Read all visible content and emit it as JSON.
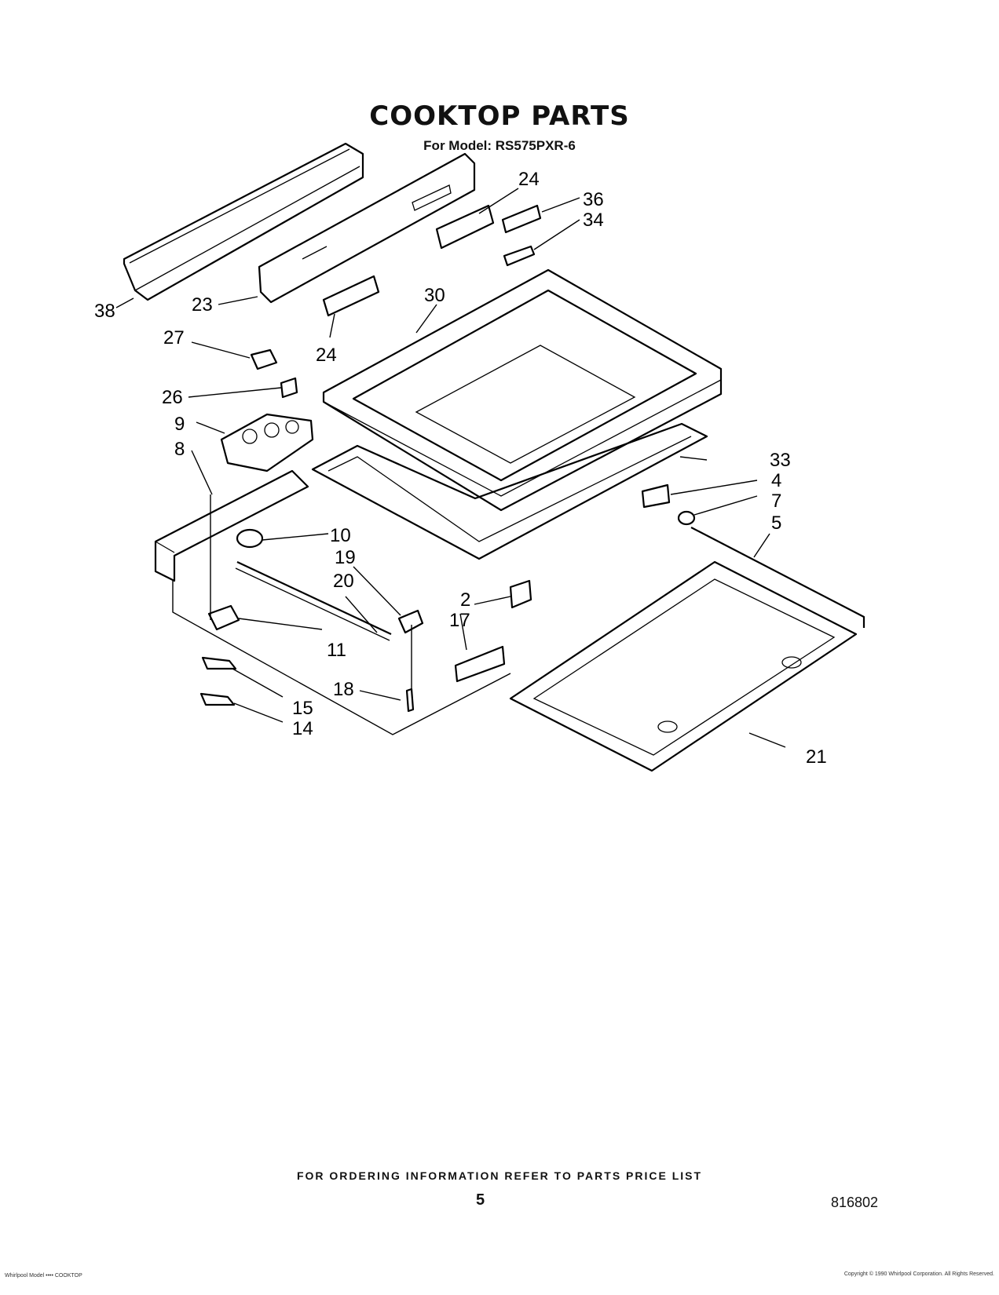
{
  "header": {
    "title": "COOKTOP PARTS",
    "model_line": "For Model: RS575PXR-6"
  },
  "callouts": [
    "38",
    "23",
    "24",
    "24",
    "36",
    "34",
    "30",
    "27",
    "26",
    "9",
    "8",
    "33",
    "4",
    "7",
    "5",
    "10",
    "19",
    "20",
    "11",
    "2",
    "17",
    "18",
    "15",
    "14",
    "21"
  ],
  "footer": {
    "ordering_note": "FOR ORDERING INFORMATION REFER TO PARTS PRICE LIST",
    "page_number": "5",
    "document_number": "816802",
    "fine_print_left": "Whirlpool Model •••• COOKTOP",
    "fine_print_right": "Copyright © 1990 Whirlpool Corporation. All Rights Reserved."
  }
}
